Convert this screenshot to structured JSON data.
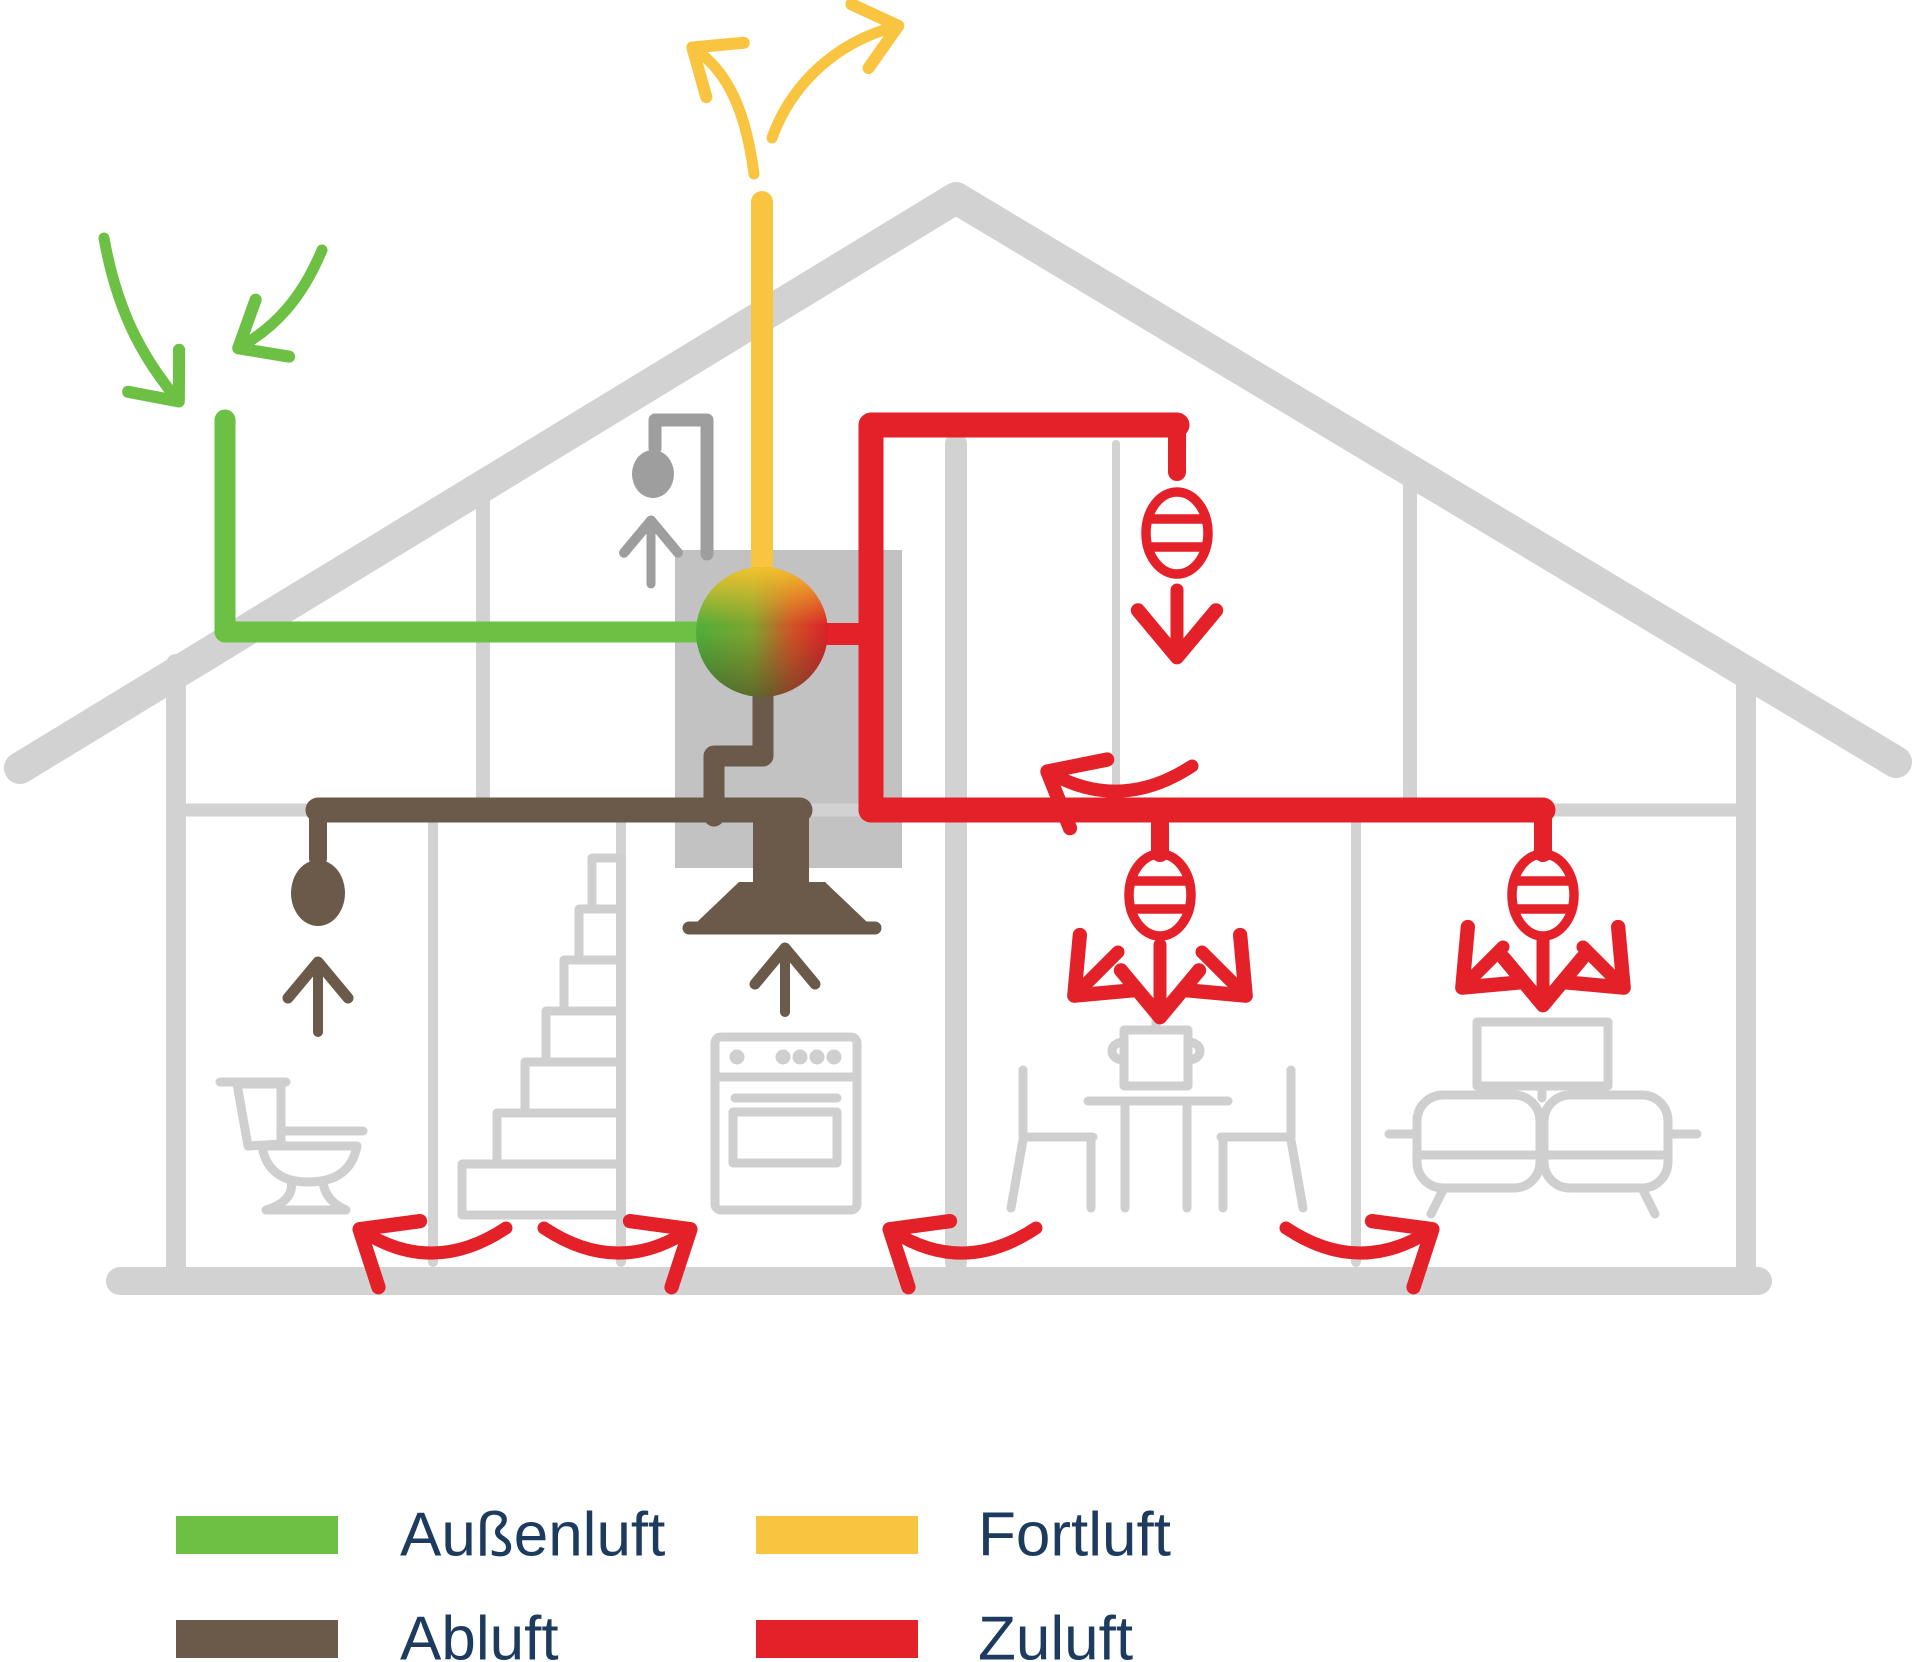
{
  "legend": {
    "items": [
      {
        "id": "aussenluft",
        "label": "Außenluft",
        "color": "#6cc044"
      },
      {
        "id": "fortluft",
        "label": "Fortluft",
        "color": "#f9c440"
      },
      {
        "id": "abluft",
        "label": "Abluft",
        "color": "#6b5a49"
      },
      {
        "id": "zuluft",
        "label": "Zuluft",
        "color": "#e42029"
      }
    ]
  },
  "colors": {
    "green": "#6cc044",
    "yellow": "#f9c440",
    "brown": "#6b5a49",
    "red": "#e42029",
    "navy": "#1d3b5e",
    "structure": "#d2d2d2",
    "furniture": "#cfcfcf",
    "gray": "#9e9e9e",
    "unitbox": "#c2c2c2",
    "background": "#ffffff"
  }
}
